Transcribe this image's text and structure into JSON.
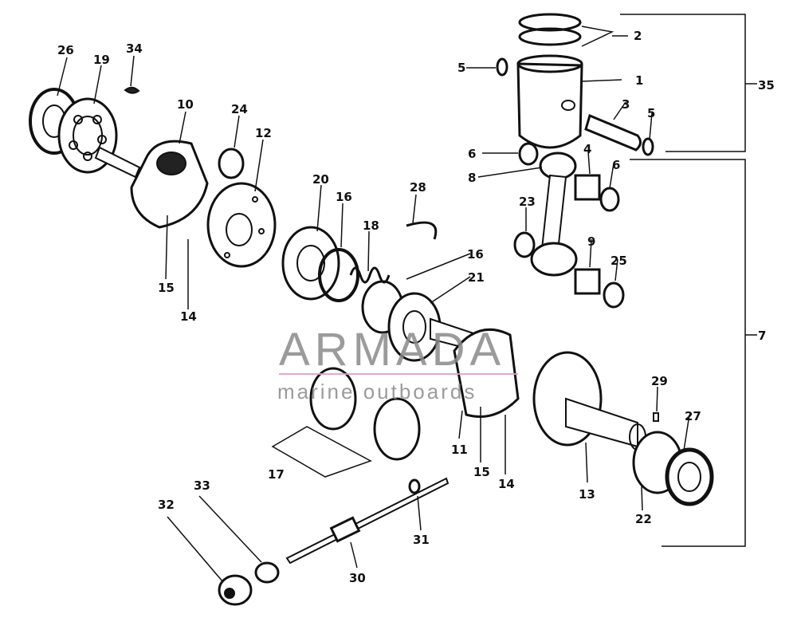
{
  "watermark": {
    "title": "ARMADA",
    "subtitle": "marine outboards",
    "accent_color": "#e44da0"
  },
  "callouts": [
    "26",
    "19",
    "34",
    "10",
    "24",
    "12",
    "20",
    "16",
    "18",
    "28",
    "16",
    "21",
    "15",
    "14",
    "2",
    "5",
    "1",
    "35",
    "3",
    "5",
    "6",
    "4",
    "6",
    "8",
    "23",
    "9",
    "25",
    "7",
    "29",
    "27",
    "11",
    "15",
    "14",
    "13",
    "22",
    "17",
    "33",
    "32",
    "30",
    "31"
  ]
}
